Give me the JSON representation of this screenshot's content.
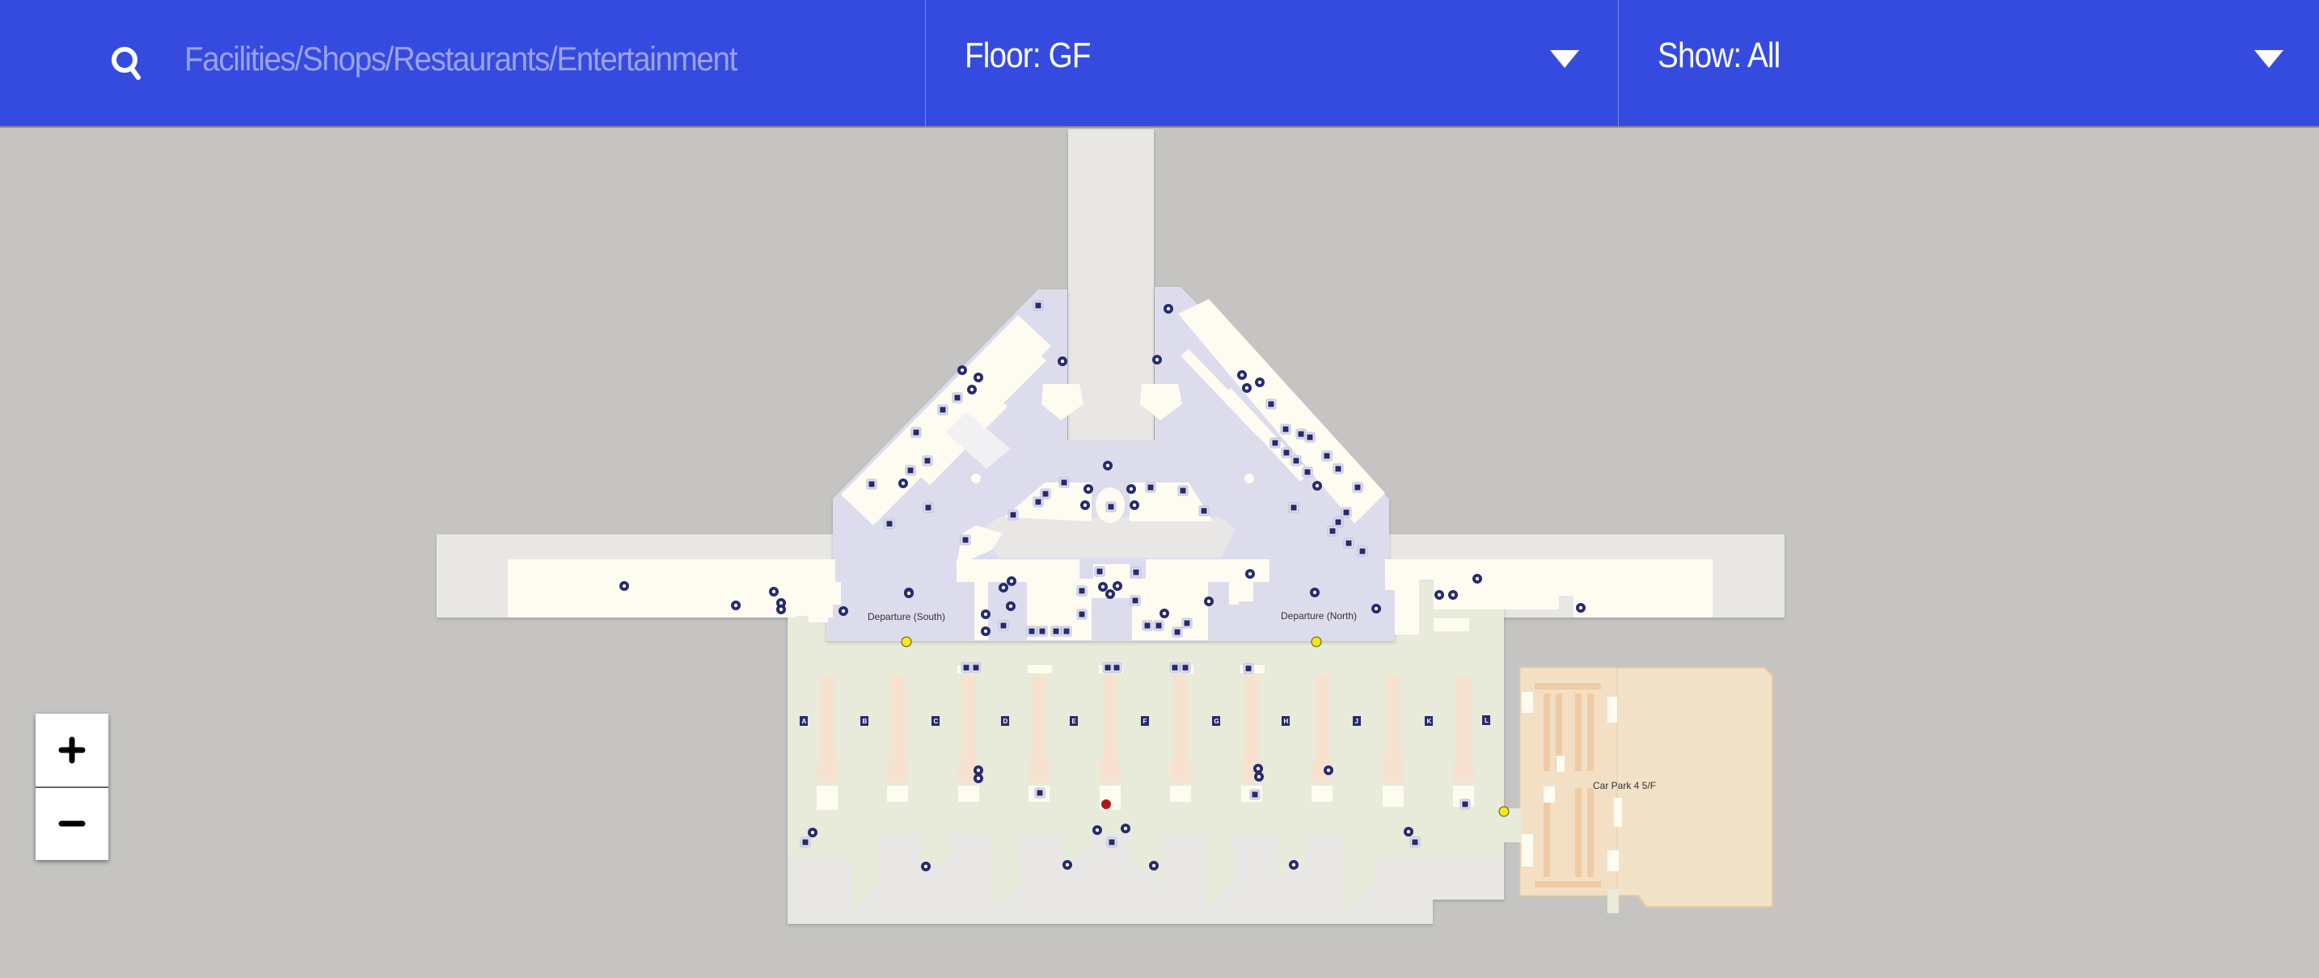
{
  "header": {
    "search": {
      "placeholder": "Facilities/Shops/Restaurants/Entertainment",
      "value": "",
      "icon": "search-icon"
    },
    "floor_dropdown": {
      "label": "Floor: GF",
      "icon": "caret-down-icon"
    },
    "show_dropdown": {
      "label": "Show: All",
      "icon": "caret-down-icon"
    }
  },
  "map": {
    "labels": {
      "departure_south": "Departure (South)",
      "departure_north": "Departure (North)",
      "car_park": "Car Park 4 5/F"
    },
    "checkin_aisles": [
      "A",
      "B",
      "C",
      "D",
      "E",
      "F",
      "G",
      "H",
      "J",
      "K",
      "L"
    ],
    "colors": {
      "background": "#c5c4c2",
      "corridor": "#e8e7e5",
      "shop": "#fefcf1",
      "departure_zone": "#dddcec",
      "checkin_hall": "#e8eada",
      "counter": "#f6e2cf",
      "car_park": "#f2e2c8",
      "poi_marker": "#262a70",
      "transport_marker": "#f2e81c",
      "alert_marker": "#b01818"
    }
  },
  "zoom_controls": {
    "zoom_in": "+",
    "zoom_out": "−"
  },
  "colors": {
    "header_bg": "#354be0",
    "header_text": "#ffffff",
    "placeholder_text": "#9aa2ea"
  }
}
